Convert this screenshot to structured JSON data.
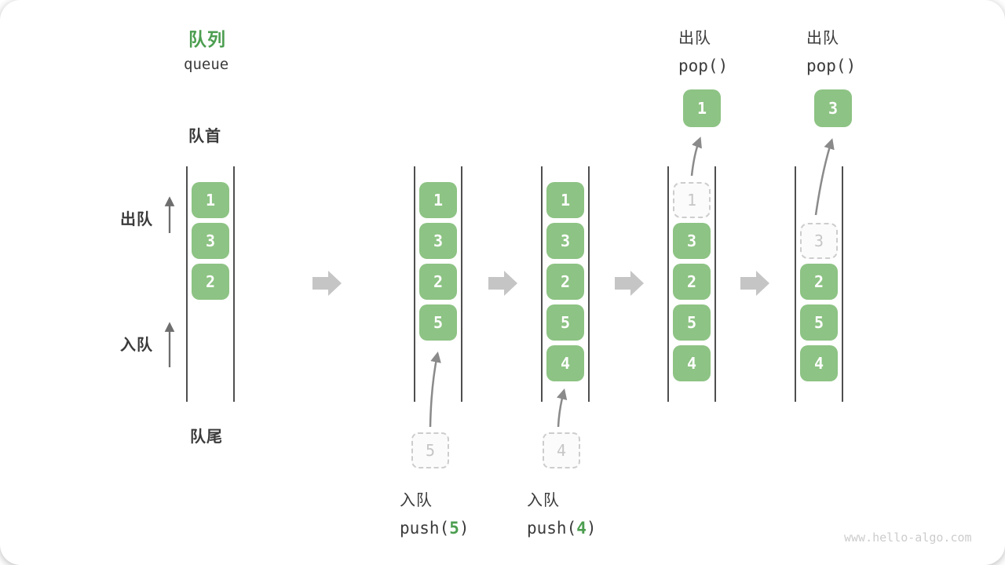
{
  "title": {
    "zh": "队列",
    "en": "queue"
  },
  "side_labels": {
    "front": "队首",
    "rear": "队尾",
    "dequeue": "出队",
    "enqueue": "入队"
  },
  "queues": [
    {
      "name": "initial-state",
      "boxes": [
        {
          "value": "1",
          "variant": "solid"
        },
        {
          "value": "3",
          "variant": "solid"
        },
        {
          "value": "2",
          "variant": "solid"
        }
      ]
    },
    {
      "name": "after-push-5",
      "boxes": [
        {
          "value": "1",
          "variant": "solid"
        },
        {
          "value": "3",
          "variant": "solid"
        },
        {
          "value": "2",
          "variant": "solid"
        },
        {
          "value": "5",
          "variant": "solid"
        }
      ]
    },
    {
      "name": "after-push-4",
      "boxes": [
        {
          "value": "1",
          "variant": "solid"
        },
        {
          "value": "3",
          "variant": "solid"
        },
        {
          "value": "2",
          "variant": "solid"
        },
        {
          "value": "5",
          "variant": "solid"
        },
        {
          "value": "4",
          "variant": "solid"
        }
      ]
    },
    {
      "name": "pop-1",
      "boxes": [
        {
          "value": "1",
          "variant": "dashed"
        },
        {
          "value": "3",
          "variant": "solid"
        },
        {
          "value": "2",
          "variant": "solid"
        },
        {
          "value": "5",
          "variant": "solid"
        },
        {
          "value": "4",
          "variant": "solid"
        }
      ]
    },
    {
      "name": "pop-3",
      "boxes": [
        {
          "value": "3",
          "variant": "dashed"
        },
        {
          "value": "2",
          "variant": "solid"
        },
        {
          "value": "5",
          "variant": "solid"
        },
        {
          "value": "4",
          "variant": "solid"
        }
      ]
    }
  ],
  "staging_boxes": [
    {
      "value": "5"
    },
    {
      "value": "4"
    }
  ],
  "popped_boxes": [
    {
      "value": "1"
    },
    {
      "value": "3"
    }
  ],
  "push_ops": [
    {
      "label": "入队",
      "fn_open": "push(",
      "arg": "5",
      "fn_close": ")"
    },
    {
      "label": "入队",
      "fn_open": "push(",
      "arg": "4",
      "fn_close": ")"
    }
  ],
  "pop_ops": [
    {
      "label": "出队",
      "code": "pop()"
    },
    {
      "label": "出队",
      "code": "pop()"
    }
  ],
  "watermark": "www.hello-algo.com",
  "colors": {
    "box_green": "#8dc384",
    "accent_green": "#4c9e50",
    "wall_gray": "#4f4f4f",
    "arrow_gray": "#8a8a8a",
    "block_arrow_gray": "#c5c5c5",
    "dashed_border": "#cdcdcd",
    "dashed_text": "#c6c6c6",
    "text_dark": "#3b3b3b",
    "watermark_gray": "#cccccc"
  }
}
